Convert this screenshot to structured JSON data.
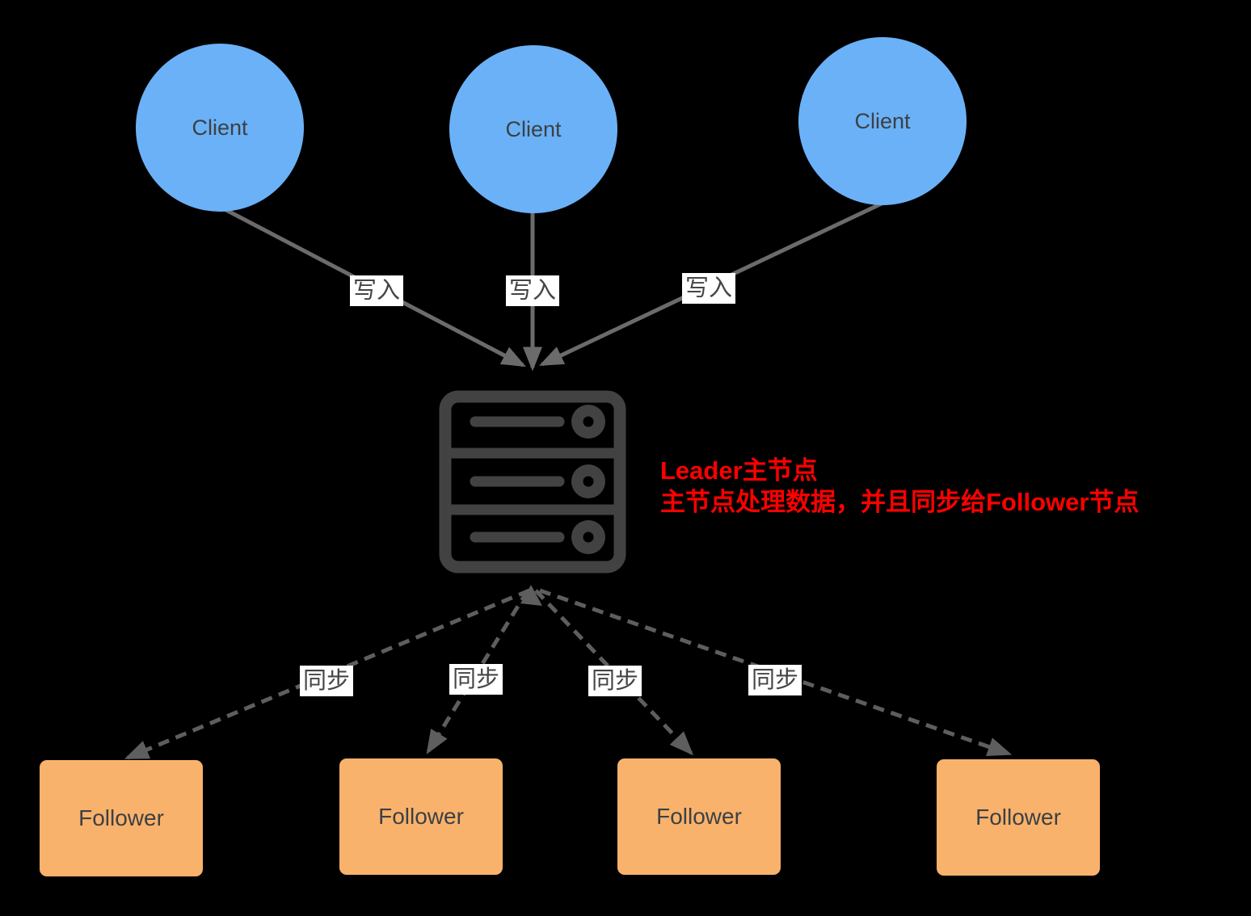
{
  "diagram_title": "Leader-Follower replication diagram",
  "clients": [
    {
      "label": "Client"
    },
    {
      "label": "Client"
    },
    {
      "label": "Client"
    }
  ],
  "leader": {
    "icon": "server-icon",
    "note": {
      "line1": "Leader主节点",
      "line2": "主节点处理数据，并且同步给Follower节点"
    }
  },
  "followers": [
    {
      "label": "Follower"
    },
    {
      "label": "Follower"
    },
    {
      "label": "Follower"
    },
    {
      "label": "Follower"
    }
  ],
  "edges": {
    "write_label": "写入",
    "sync_label": "同步"
  },
  "colors": {
    "background": "#000000",
    "client_fill": "#6BB1F7",
    "follower_fill": "#F9B26C",
    "node_text": "#3C4043",
    "solid_arrow": "#6B6B6B",
    "dashed_arrow": "#5E5E5E",
    "server_icon": "#424242",
    "edge_label_bg": "#FFFFFF",
    "edge_label_text": "#454545",
    "note_text": "#FF0000"
  }
}
